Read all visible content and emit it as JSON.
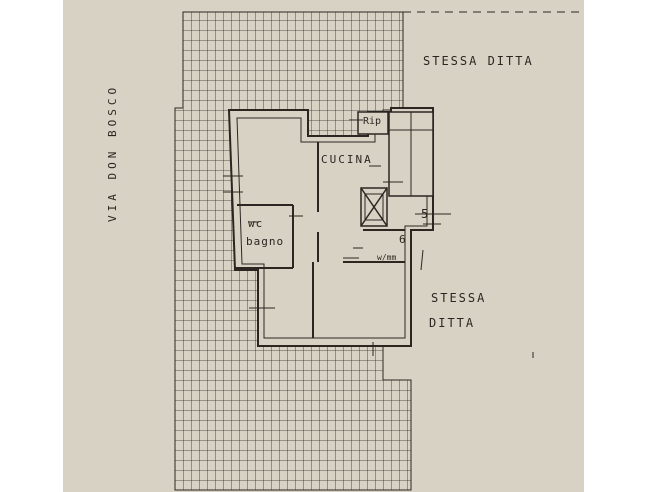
{
  "plan": {
    "street_label": "VIA DON BOSCO",
    "neighbor_top_label": "STESSA DITTA",
    "neighbor_right_label_line1": "STESSA",
    "neighbor_right_label_line2": "DITTA",
    "kitchen_label": "CUCINA",
    "storage_label": "Rip",
    "wc_label_line1": "wc",
    "wc_label_line2": "bagno",
    "marker_5": "5",
    "marker_6": "6",
    "marker_6_note": "w/mm"
  },
  "colors": {
    "paper": "#d8d2c4",
    "ink": "#2b2622",
    "background": "#ffffff"
  }
}
